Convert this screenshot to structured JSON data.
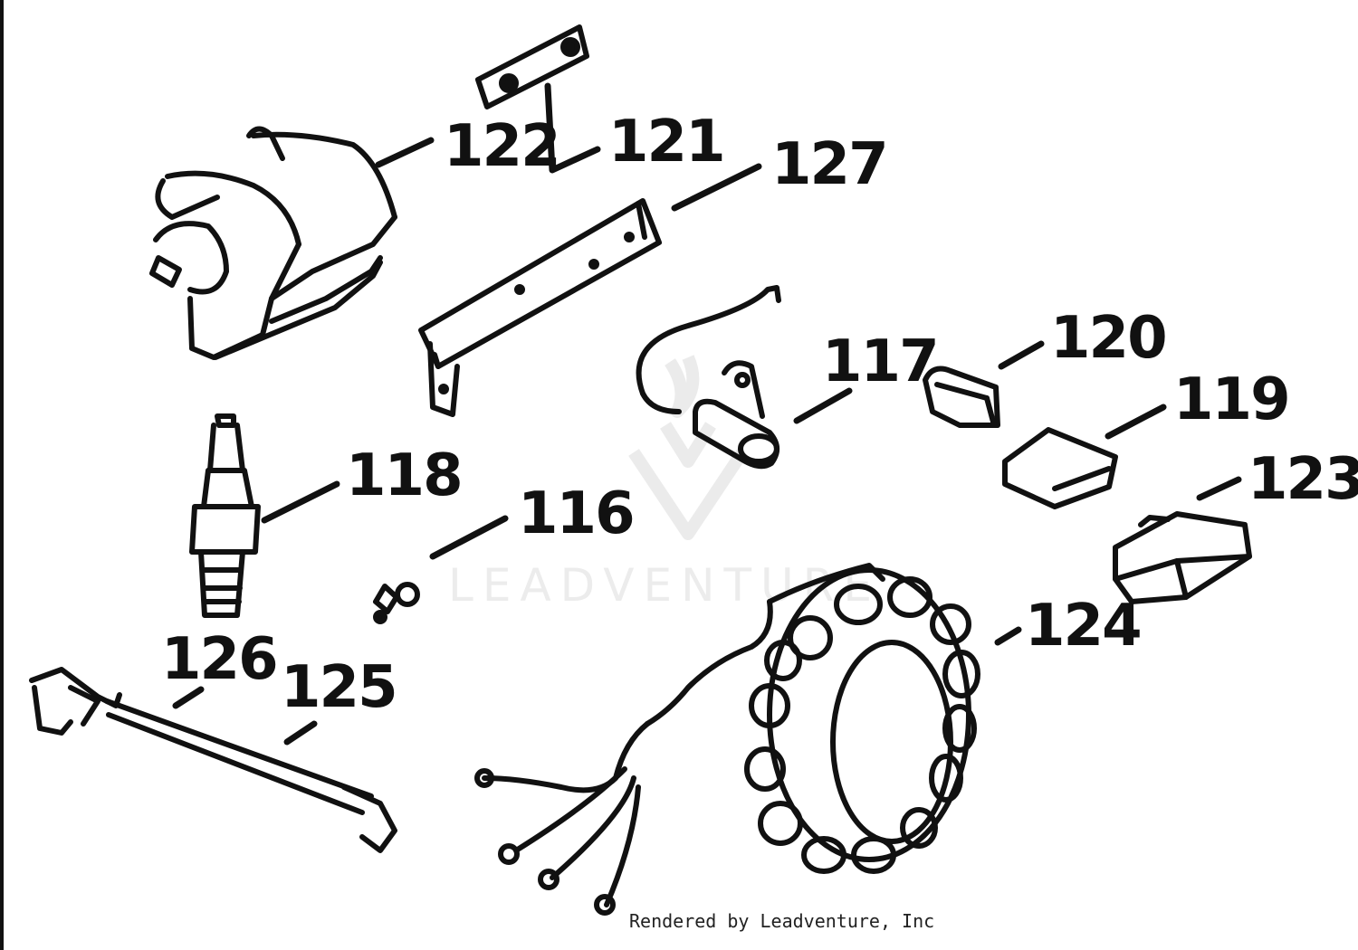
{
  "callouts": {
    "p122": "122",
    "p121": "121",
    "p127": "127",
    "p117": "117",
    "p120": "120",
    "p119": "119",
    "p123": "123",
    "p118": "118",
    "p116": "116",
    "p124": "124",
    "p126": "126",
    "p125": "125"
  },
  "watermark": {
    "text": "LEADVENTURE"
  },
  "credit": "Rendered by Leadventure, Inc",
  "colors": {
    "ink": "#111111",
    "watermark": "#ececec",
    "background": "#ffffff"
  }
}
